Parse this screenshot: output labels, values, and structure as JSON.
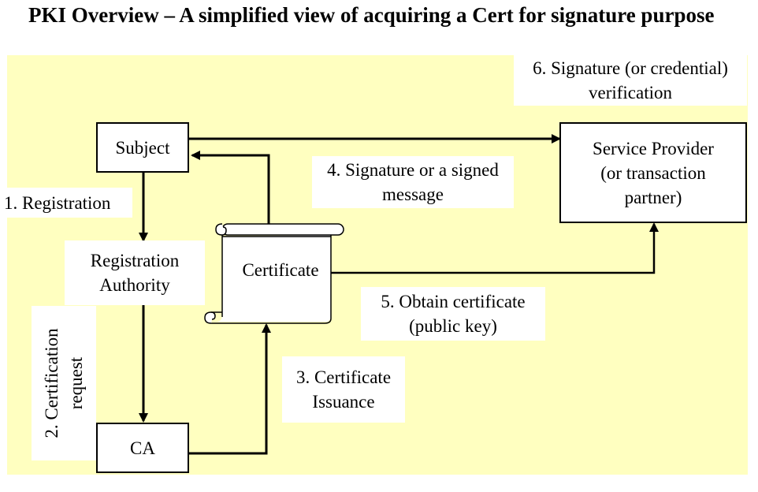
{
  "title": "PKI Overview – A simplified view of acquiring a Cert for signature purpose",
  "nodes": {
    "subject": "Subject",
    "service_provider": "Service Provider\n(or transaction\npartner)",
    "registration_authority": "Registration\nAuthority",
    "certificate": "Certificate",
    "ca": "CA"
  },
  "steps": {
    "registration": "1. Registration",
    "certification_request": "2. Certification\nrequest",
    "certificate_issuance": "3. Certificate\nIssuance",
    "signed_message": "4. Signature or a signed\nmessage",
    "obtain_certificate": "5. Obtain certificate\n(public key)",
    "verification": "6. Signature (or credential)\nverification"
  },
  "colors": {
    "background": "#ffffc0",
    "box_fill": "#ffffff",
    "line": "#000000"
  }
}
